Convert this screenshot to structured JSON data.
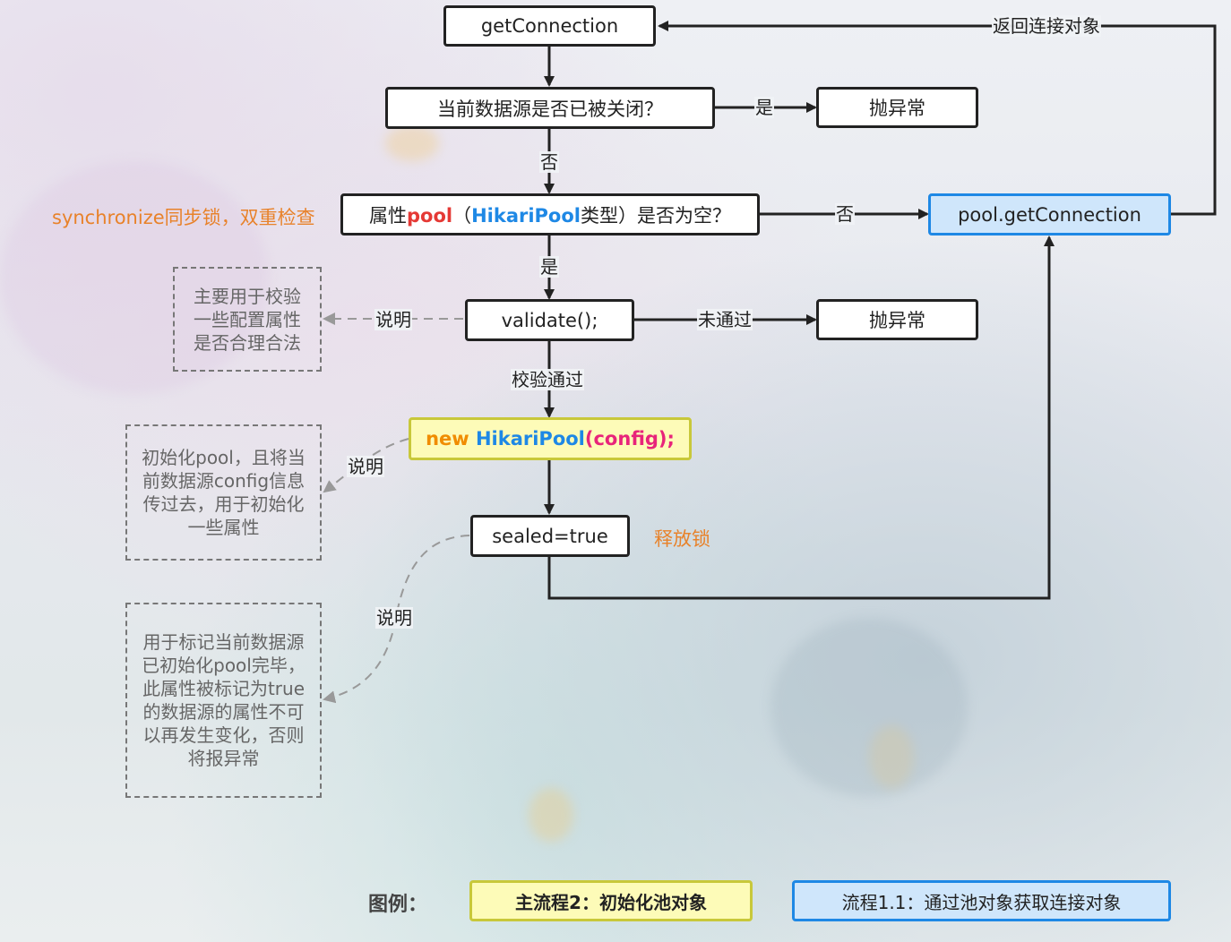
{
  "flow": {
    "get_connection": "getConnection",
    "is_closed_question": "当前数据源是否已被关闭？",
    "throw_exception_1": "抛异常",
    "pool_null_question": {
      "prefix": "属性",
      "pool": "pool",
      "open": "（",
      "hikari_pool": "HikariPool",
      "suffix": "类型）是否为空？"
    },
    "pool_get_connection": "pool.getConnection",
    "validate": "validate();",
    "throw_exception_2": "抛异常",
    "new_pool": {
      "new": "new ",
      "hikari_pool": "HikariPool",
      "config": "(config);"
    },
    "sealed": "sealed=true"
  },
  "edge_labels": {
    "return_connection": "返回连接对象",
    "yes_closed": "是",
    "no_closed": "否",
    "no_null": "否",
    "yes_null": "是",
    "validate_failed": "未通过",
    "validate_passed": "校验通过",
    "explain_1": "说明",
    "explain_2": "说明",
    "explain_3": "说明"
  },
  "annotations": {
    "sync_lock": "synchronize同步锁，双重检查",
    "release_lock": "释放锁"
  },
  "notes": {
    "validate_note": "主要用于校验一些配置属性是否合理合法",
    "init_note": "初始化pool，且将当前数据源config信息传过去，用于初始化一些属性",
    "sealed_note": "用于标记当前数据源已初始化pool完毕，此属性被标记为true的数据源的属性不可以再发生变化，否则将报异常"
  },
  "legend": {
    "title": "图例：",
    "main_flow": "主流程2：初始化池对象",
    "flow_1_1": "流程1.1：通过池对象获取连接对象"
  },
  "colors": {
    "box_border": "#222222",
    "blue_box_fill": "#cfe6fb",
    "blue_box_border": "#1e88e5",
    "yellow_box_fill": "#fdfbb8",
    "yellow_box_border": "#c8c83a",
    "highlight_red": "#e53935",
    "highlight_blue": "#1e88e5",
    "annotation_orange": "#e8822a"
  }
}
